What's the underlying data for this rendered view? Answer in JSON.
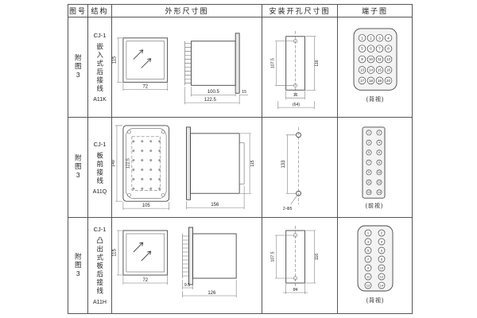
{
  "header": {
    "fig_no": "图号",
    "structure": "结构",
    "outline": "外形尺寸图",
    "mounting": "安装开孔尺寸图",
    "terminal": "端子图"
  },
  "rows": [
    {
      "fig_no": "附图3",
      "model": "CJ-1",
      "structure": "嵌入式后接线",
      "code": "A11K",
      "outline": {
        "front_h": "115",
        "front_w": "72",
        "body_d": "100.5",
        "total_d": "122.5",
        "flange_d": "15"
      },
      "mounting": {
        "hole_spacing": "107.5",
        "cutout_h": "116",
        "w1": "16",
        "w2": "(64)"
      },
      "terminal": {
        "caption": "(背视)",
        "numbers": [
          "1",
          "2",
          "3",
          "4",
          "5",
          "6",
          "7",
          "8",
          "9",
          "10",
          "11",
          "12",
          "13",
          "14",
          "15",
          "16",
          "17",
          "18",
          "19",
          "20"
        ]
      }
    },
    {
      "fig_no": "附图3",
      "model": "CJ-1",
      "structure": "板前接线",
      "code": "A11Q",
      "outline": {
        "overall_h": "149",
        "inner_h": "122.5",
        "front_w": "105",
        "body_d": "156",
        "side_h": "115"
      },
      "mounting": {
        "hole_spacing": "133",
        "hole_label": "2-Φ5"
      },
      "terminal": {
        "caption": "(前视)",
        "numbers": [
          "1",
          "2",
          "3",
          "4",
          "5",
          "6",
          "7",
          "8",
          "9",
          "10",
          "11",
          "12",
          "13",
          "14"
        ]
      }
    },
    {
      "fig_no": "附图3",
      "model": "CJ-1",
      "structure": "凸出式板后接线",
      "code": "A11H",
      "outline": {
        "front_h": "115",
        "front_w": "72",
        "comb_d": "9.5",
        "total_d": "126"
      },
      "mounting": {
        "hole_spacing": "107.5",
        "cutout_h": "116",
        "w": "64"
      },
      "terminal": {
        "caption": "(背视)",
        "numbers": [
          "1",
          "2",
          "3",
          "4",
          "5",
          "6",
          "7",
          "8",
          "9",
          "10",
          "11",
          "12",
          "13",
          "14"
        ]
      }
    }
  ]
}
